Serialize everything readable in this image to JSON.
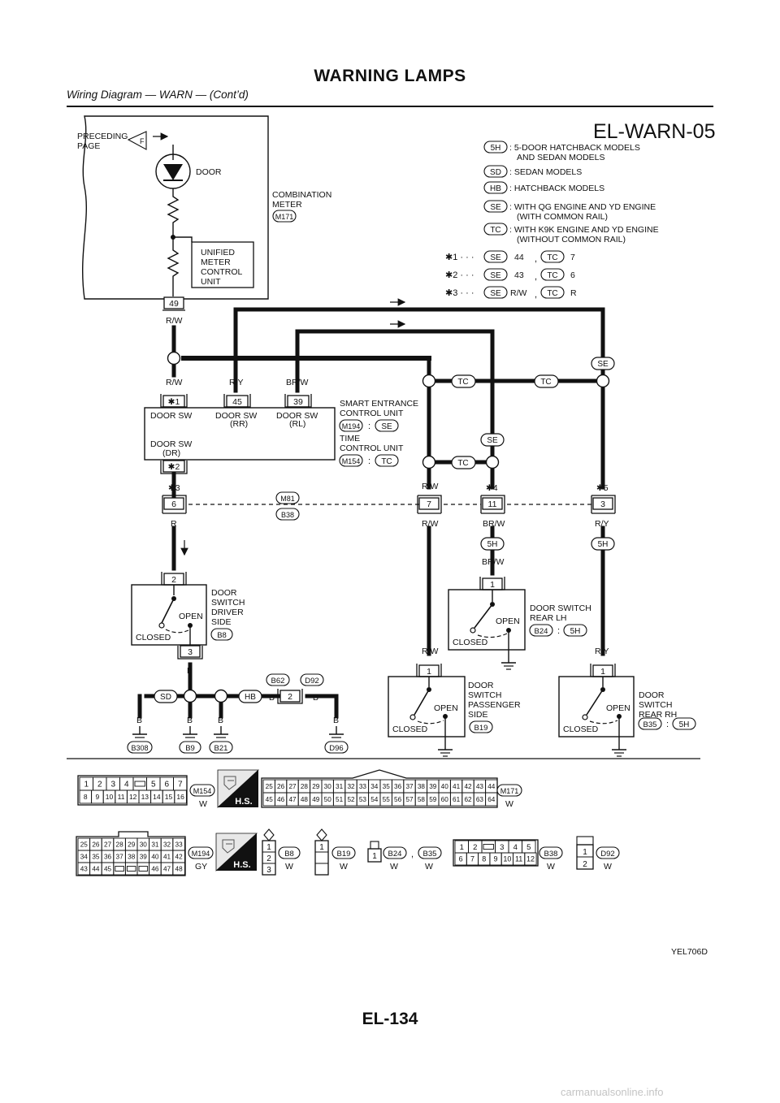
{
  "header": {
    "title": "WARNING LAMPS",
    "subtitle": "Wiring Diagram — WARN — (Cont’d)"
  },
  "diagram": {
    "code": "EL-WARN-05",
    "figure_id": "YEL706D",
    "legend": {
      "rows": [
        {
          "tag": "5H",
          "line1": ": 5-DOOR HATCHBACK MODELS",
          "line2": "AND SEDAN MODELS"
        },
        {
          "tag": "SD",
          "line1": ": SEDAN MODELS",
          "line2": ""
        },
        {
          "tag": "HB",
          "line1": ": HATCHBACK MODELS",
          "line2": ""
        },
        {
          "tag": "SE",
          "line1": ": WITH QG ENGINE AND YD ENGINE",
          "line2": "(WITH COMMON RAIL)"
        },
        {
          "tag": "TC",
          "line1": ": WITH K9K ENGINE AND YD ENGINE",
          "line2": "(WITHOUT COMMON RAIL)"
        }
      ],
      "star_rows": [
        {
          "label": "✱1 · · ·",
          "a": "44",
          "b": "7"
        },
        {
          "label": "✱2 · · ·",
          "a": "43",
          "b": "6"
        },
        {
          "label": "✱3 · · ·",
          "a": "R/W",
          "b": "R"
        }
      ]
    },
    "preceding": {
      "l1": "PRECEDING",
      "l2": "PAGE",
      "flag": "F"
    },
    "meter": {
      "door": "DOOR",
      "unified": [
        "UNIFIED",
        "METER",
        "CONTROL",
        "UNIT"
      ],
      "title1": "COMBINATION",
      "title2": "METER",
      "conn": "M171",
      "pin": "49",
      "wire": "R/W"
    },
    "wires": {
      "rw": "R/W",
      "ry": "R/Y",
      "brw": "BR/W",
      "r": "R",
      "b": "B"
    },
    "sec": {
      "pin_star1": "✱1",
      "pin45": "45",
      "pin39": "39",
      "pin_star2": "✱2",
      "dsw": "DOOR SW",
      "rr": "(RR)",
      "rl": "(RL)",
      "dr": "(DR)",
      "smart1": "SMART ENTRANCE",
      "smart2": "CONTROL UNIT",
      "time1": "TIME",
      "time2": "CONTROL UNIT",
      "conn_smart": "M194",
      "conn_time": "M154",
      "colon": ":"
    },
    "joint": {
      "top": "M81",
      "bottom": "B38",
      "star3": "✱3",
      "star4": "✱4",
      "star5": "✱5",
      "pin6": "6",
      "pin7": "7",
      "pin11": "11",
      "pin3": "3"
    },
    "switches": {
      "open": "OPEN",
      "closed": "CLOSED",
      "driver": {
        "lines": [
          "DOOR",
          "SWITCH",
          "DRIVER",
          "SIDE"
        ],
        "conn": "B8",
        "pin_top": "2",
        "pin_bottom": "3"
      },
      "rear_lh": {
        "lines": [
          "DOOR SWITCH",
          "REAR LH"
        ],
        "conn": "B24",
        "pin": "1"
      },
      "passenger": {
        "lines": [
          "DOOR",
          "SWITCH",
          "PASSENGER",
          "SIDE"
        ],
        "conn": "B19",
        "pin": "1"
      },
      "rear_rh": {
        "lines": [
          "DOOR",
          "SWITCH",
          "REAR RH"
        ],
        "conn": "B35",
        "pin": "1"
      }
    },
    "grounds": {
      "g1": "B308",
      "g2": "B9",
      "g3": "B21",
      "g4": "D96",
      "b62": "B62",
      "d92": "D92",
      "pin2": "2"
    },
    "connectors": {
      "m154": {
        "id": "M154",
        "color": "W",
        "row1": [
          "1",
          "2",
          "3",
          "4",
          "",
          "5",
          "6",
          "7"
        ],
        "row2": [
          "8",
          "9",
          "10",
          "11",
          "12",
          "13",
          "14",
          "15",
          "16"
        ]
      },
      "m171": {
        "id": "M171",
        "color": "W",
        "row1": [
          "25",
          "26",
          "27",
          "28",
          "29",
          "30",
          "31",
          "32",
          "33",
          "34",
          "35",
          "36",
          "37",
          "38",
          "39",
          "40",
          "41",
          "42",
          "43",
          "44"
        ],
        "row2": [
          "45",
          "46",
          "47",
          "48",
          "49",
          "50",
          "51",
          "52",
          "53",
          "54",
          "55",
          "56",
          "57",
          "58",
          "59",
          "60",
          "61",
          "62",
          "63",
          "64"
        ]
      },
      "m194": {
        "id": "M194",
        "color": "GY",
        "row1": [
          "25",
          "26",
          "27",
          "28",
          "29",
          "30",
          "31",
          "32",
          "33"
        ],
        "row2": [
          "34",
          "35",
          "36",
          "37",
          "38",
          "39",
          "40",
          "41",
          "42"
        ],
        "row3": [
          "43",
          "44",
          "45",
          "",
          "",
          "",
          "46",
          "47",
          "48"
        ]
      },
      "hs": "H.S.",
      "b8": {
        "id": "B8",
        "color": "W",
        "pins": [
          "1",
          "2",
          "3"
        ]
      },
      "b19": {
        "id": "B19",
        "color": "W",
        "pins": [
          "1",
          ""
        ]
      },
      "b24": {
        "id": "B24",
        "color": "W",
        "pins": [
          "1"
        ]
      },
      "b35": {
        "id": "B35",
        "color": "W"
      },
      "b38": {
        "id": "B38",
        "color": "W",
        "row1": [
          "1",
          "2",
          "",
          "3",
          "4",
          "5"
        ],
        "row2": [
          "6",
          "7",
          "8",
          "9",
          "10",
          "11",
          "12"
        ]
      },
      "d92": {
        "id": "D92",
        "color": "W",
        "pins": [
          "1",
          "2"
        ]
      },
      "comma": ","
    }
  },
  "footer": {
    "page": "EL-134",
    "watermark": "carmanualsonline.info"
  }
}
